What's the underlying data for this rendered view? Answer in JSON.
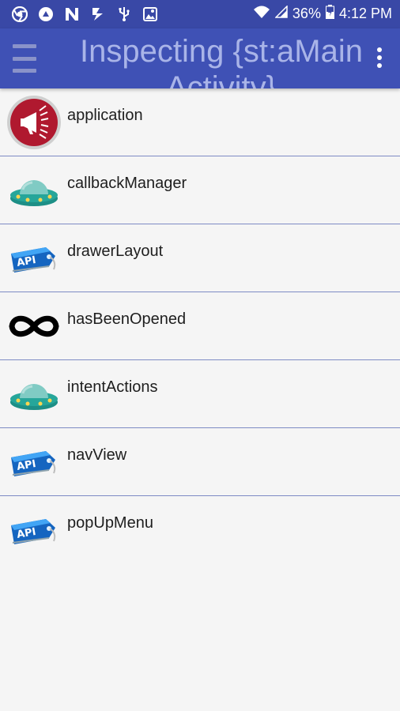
{
  "status_bar": {
    "battery": "36%",
    "time": "4:12 PM",
    "left_icons": [
      "chrome-icon",
      "drive-icon",
      "n-icon",
      "bolt-icon",
      "usb-icon",
      "photo-icon"
    ]
  },
  "app_bar": {
    "title": "Inspecting {st:aMainActivity}"
  },
  "items": [
    {
      "label": "application",
      "icon": "megaphone-icon"
    },
    {
      "label": "callbackManager",
      "icon": "ufo-icon"
    },
    {
      "label": "drawerLayout",
      "icon": "api-tag-icon"
    },
    {
      "label": "hasBeenOpened",
      "icon": "infinity-icon"
    },
    {
      "label": "intentActions",
      "icon": "ufo-icon"
    },
    {
      "label": "navView",
      "icon": "api-tag-icon"
    },
    {
      "label": "popUpMenu",
      "icon": "api-tag-icon"
    }
  ],
  "colors": {
    "status_bar": "#3948a6",
    "app_bar": "#3f51b5",
    "divider": "#7e8bc4",
    "background": "#f5f5f5"
  }
}
